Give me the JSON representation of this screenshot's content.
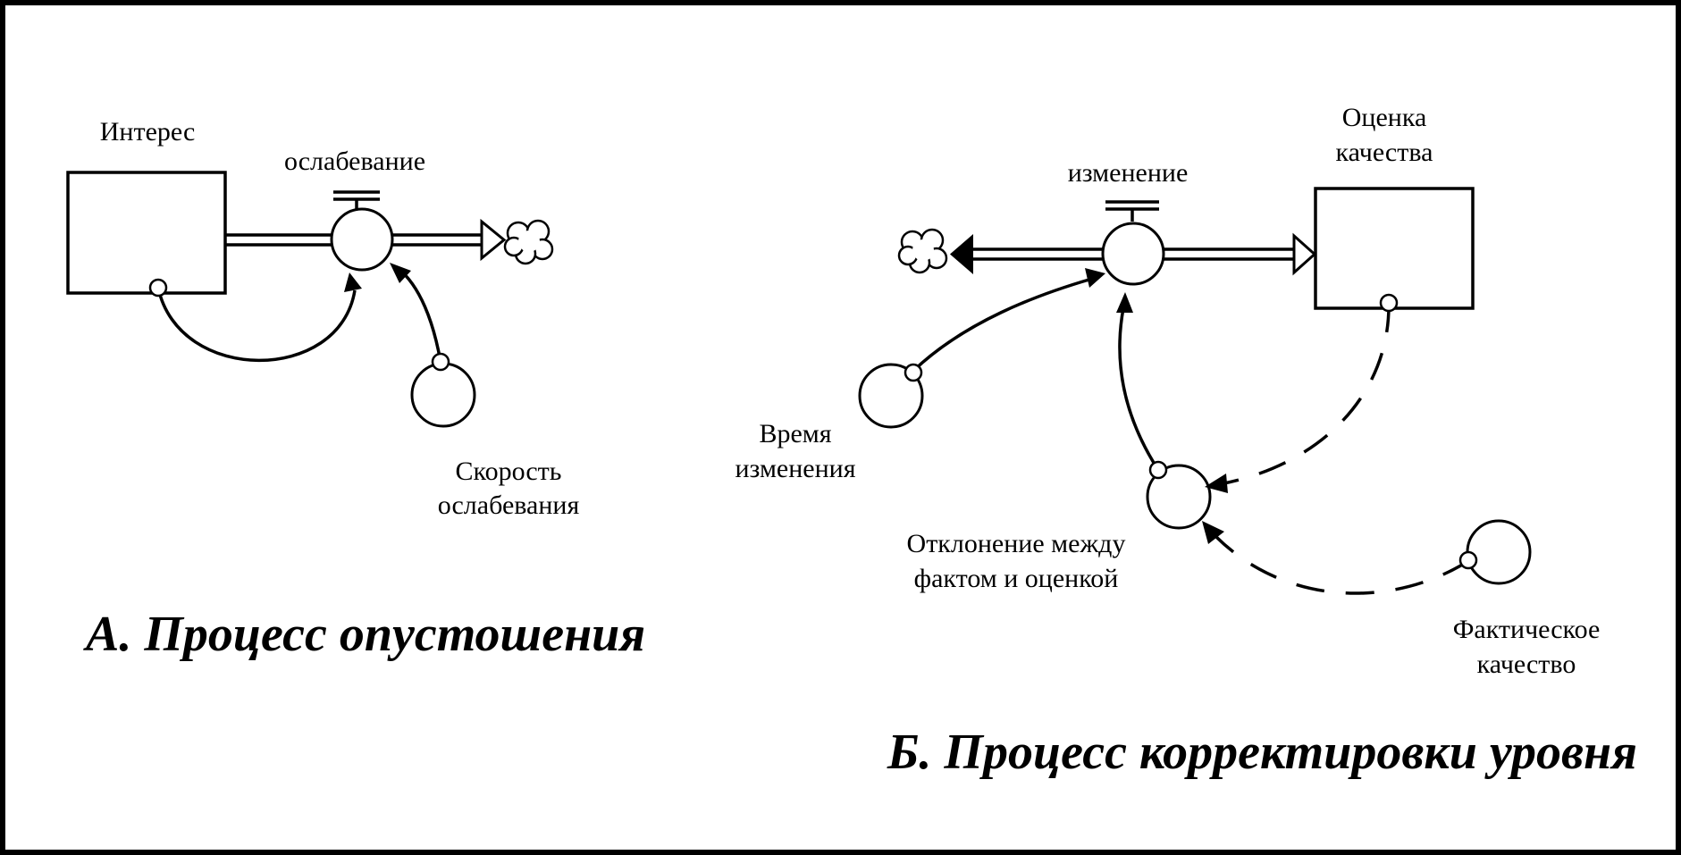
{
  "diagram_a": {
    "title": "А. Процесс опустошения",
    "stock_label": "Интерес",
    "flow_label": "ослабевание",
    "aux_label_line1": "Скорость",
    "aux_label_line2": "ослабевания"
  },
  "diagram_b": {
    "title": "Б. Процесс корректировки уровня",
    "stock_label_line1": "Оценка",
    "stock_label_line2": "качества",
    "flow_label": "изменение",
    "time_label_line1": "Время",
    "time_label_line2": "изменения",
    "gap_label_line1": "Отклонение между",
    "gap_label_line2": "фактом и оценкой",
    "actual_label_line1": "Фактическое",
    "actual_label_line2": "качество"
  }
}
